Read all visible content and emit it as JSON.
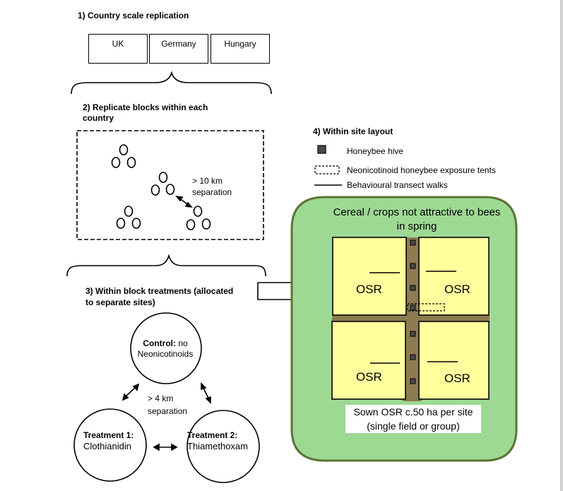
{
  "section1": {
    "heading": "1) Country scale replication",
    "countries": [
      "UK",
      "Germany",
      "Hungary"
    ]
  },
  "section2": {
    "heading_line1": "2) Replicate blocks within each",
    "heading_line2": "country",
    "separation_line1": "> 10 km",
    "separation_line2": "separation"
  },
  "section3": {
    "heading_line1": "3) Within block treatments (allocated",
    "heading_line2": "to separate sites)",
    "control": {
      "title": "Control:",
      "title_suffix": " no",
      "subtitle": "Neonicotinoids"
    },
    "treatment1": {
      "title": "Treatment 1:",
      "subtitle": "Clothianidin"
    },
    "treatment2": {
      "title": "Treatment 2:",
      "subtitle": "Thiamethoxam"
    },
    "separation_line1": "> 4 km",
    "separation_line2": "separation"
  },
  "section4": {
    "heading": "4) Within site layout",
    "legend": [
      {
        "icon": "hive-square",
        "label": "Honeybee hive"
      },
      {
        "icon": "dashed-rectangle",
        "label": "Neonicotinoid  honeybee exposure tents"
      },
      {
        "icon": "solid-line",
        "label": "Behavioural  transect walks"
      }
    ],
    "site": {
      "title_line1": "Cereal / crops not attractive to bees",
      "title_line2": "in spring",
      "fields": [
        "OSR",
        "OSR",
        "OSR",
        "OSR"
      ],
      "caption_line1": "Sown OSR  c.50 ha per site",
      "caption_line2": "(single field or group)"
    }
  },
  "colors": {
    "site_fill": "#9ed994",
    "site_border": "#5c7436",
    "field_fill": "#ffff9e",
    "road": "#8c7c4f",
    "hive": "#4a4a4a"
  }
}
